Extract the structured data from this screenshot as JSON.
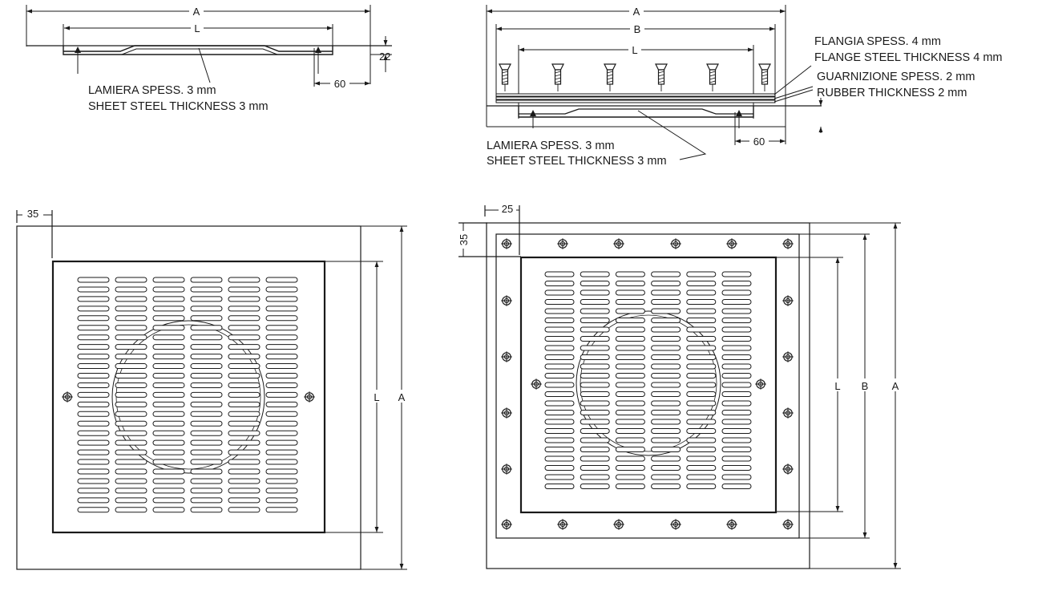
{
  "colors": {
    "ink": "#1a1a1a",
    "background": "#ffffff"
  },
  "section_plain": {
    "dim_A": "A",
    "dim_L": "L",
    "dim_22": "22",
    "dim_60": "60",
    "note_it": "LAMIERA SPESS. 3 mm",
    "note_en": "SHEET STEEL THICKNESS 3 mm"
  },
  "section_flanged": {
    "dim_A": "A",
    "dim_B": "B",
    "dim_L": "L",
    "dim_60": "60",
    "flange_it": "FLANGIA SPESS. 4 mm",
    "flange_en": "FLANGE STEEL THICKNESS 4 mm",
    "gasket_it": "GUARNIZIONE SPESS. 2 mm",
    "gasket_en": "RUBBER THICKNESS 2 mm",
    "sheet_it": "LAMIERA SPESS. 3 mm",
    "sheet_en": "SHEET STEEL THICKNESS 3 mm"
  },
  "plan_plain": {
    "dim_35": "35",
    "dim_L": "L",
    "dim_A": "A"
  },
  "plan_flanged": {
    "dim_25": "25",
    "dim_35": "35",
    "dim_L": "L",
    "dim_B": "B",
    "dim_A": "A"
  }
}
